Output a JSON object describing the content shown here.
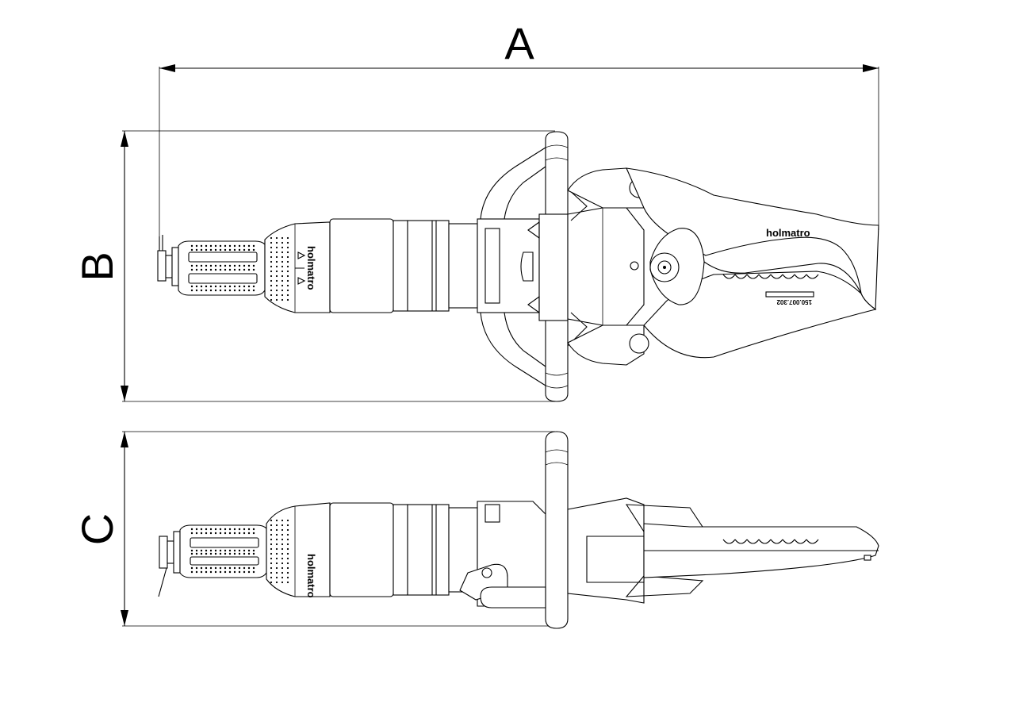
{
  "dimensions": {
    "length_label": "A",
    "height_label": "B",
    "width_label": "C"
  },
  "tool": {
    "brand_text_top": "holmatro",
    "brand_text_handle_top": "holmatro",
    "brand_text_handle_side": "holmatro",
    "part_number": "150.007.302"
  },
  "colors": {
    "line": "#000000",
    "background": "#ffffff"
  }
}
